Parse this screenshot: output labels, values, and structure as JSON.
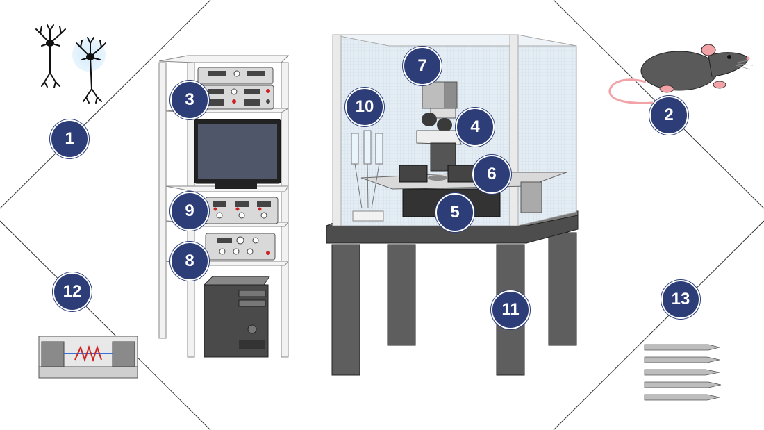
{
  "colors": {
    "badge": "#2c3d78",
    "badge_text": "#ffffff",
    "equipment_dark": "#555555",
    "equipment_light": "#d9d9d9",
    "faraday_cage_mesh": "#dfe9f1",
    "rat": "#5a5a5a",
    "wire_red": "#cc2222",
    "wire_blue": "#3a6fd8"
  },
  "icons": {
    "neurons": "neuron-cell-icon",
    "rat": "rat-icon",
    "rack": "equipment-rack-icon",
    "monitor": "computer-monitor-icon",
    "pc": "pc-tower-icon",
    "microscope": "microscope-icon",
    "faraday_cage": "faraday-cage-icon",
    "air_table": "anti-vibration-table-icon",
    "perfusion": "perfusion-syringe-icon",
    "recording_chamber": "recording-chamber-icon",
    "pipettes": "glass-pipette-icon"
  },
  "badges": [
    "1",
    "2",
    "3",
    "4",
    "5",
    "6",
    "7",
    "8",
    "9",
    "10",
    "11",
    "12",
    "13"
  ]
}
